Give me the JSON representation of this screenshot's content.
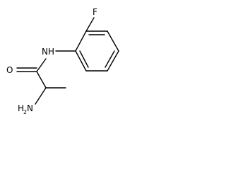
{
  "molecule": {
    "atoms": {
      "fluorine": "F",
      "amide_nitrogen": "NH",
      "carbonyl_oxygen": "O",
      "amine": {
        "symbol": "H",
        "subscript": "2",
        "element": "N"
      }
    },
    "colors": {
      "bond": "#000000",
      "label": "#000000",
      "background": "#ffffff"
    }
  }
}
